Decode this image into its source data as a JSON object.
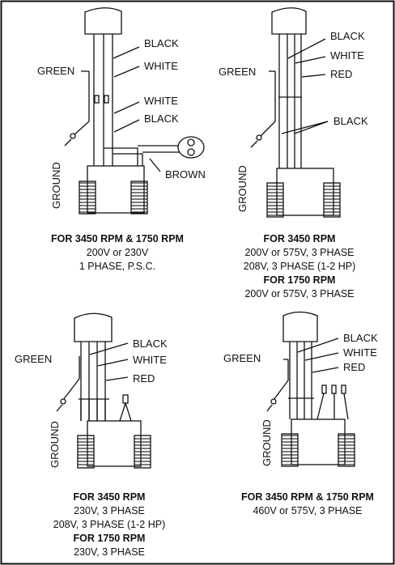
{
  "panels": [
    {
      "labels": {
        "black_top": "BLACK",
        "white_top": "WHITE",
        "green": "GREEN",
        "white_low": "WHITE",
        "black_low": "BLACK",
        "brown": "BROWN",
        "ground": "GROUND"
      },
      "caption": {
        "heading": "FOR 3450 RPM & 1750 RPM",
        "line1": "200V or 230V",
        "line2": "1 PHASE, P.S.C."
      }
    },
    {
      "labels": {
        "black": "BLACK",
        "white": "WHITE",
        "green": "GREEN",
        "red": "RED",
        "black_low": "BLACK",
        "ground": "GROUND"
      },
      "caption": {
        "heading1": "FOR 3450 RPM",
        "line1": "200V or 575V, 3 PHASE",
        "line2": "208V, 3 PHASE (1-2 HP)",
        "heading2": "FOR 1750 RPM",
        "line3": "200V or 575V, 3 PHASE"
      }
    },
    {
      "labels": {
        "black": "BLACK",
        "green": "GREEN",
        "white": "WHITE",
        "red": "RED",
        "ground": "GROUND"
      },
      "caption": {
        "heading1": "FOR 3450 RPM",
        "line1": "230V, 3 PHASE",
        "line2": "208V, 3 PHASE (1-2 HP)",
        "heading2": "FOR 1750 RPM",
        "line3": "230V, 3 PHASE"
      }
    },
    {
      "labels": {
        "black": "BLACK",
        "green": "GREEN",
        "white": "WHITE",
        "red": "RED",
        "ground": "GROUND"
      },
      "caption": {
        "heading": "FOR 3450 RPM & 1750 RPM",
        "line1": "460V or 575V, 3 PHASE"
      }
    }
  ]
}
